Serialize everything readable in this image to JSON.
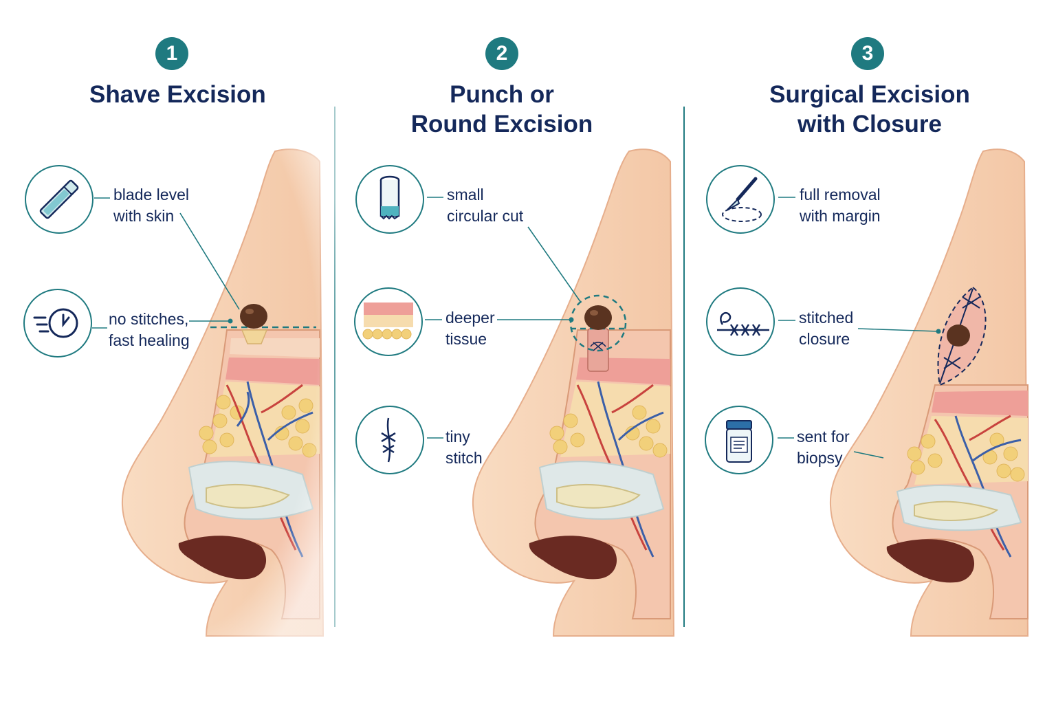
{
  "colors": {
    "teal": "#1f7a80",
    "navy": "#14285a",
    "skin": "#f6d2b4",
    "skin_dark": "#e8b08e",
    "dermis": "#f0a8a0",
    "fat": "#f2d580",
    "vein": "#3b5fa8",
    "artery": "#c8433e",
    "mole": "#5a3320"
  },
  "steps": [
    {
      "number": "1",
      "title_lines": [
        "Shave Excision"
      ],
      "callouts": [
        {
          "icon": "scalpel-blade-icon",
          "lines": [
            "blade level",
            "with skin"
          ]
        },
        {
          "icon": "fast-clock-icon",
          "lines": [
            "no stitches,",
            "fast healing"
          ]
        }
      ]
    },
    {
      "number": "2",
      "title_lines": [
        "Punch or",
        "Round Excision"
      ],
      "callouts": [
        {
          "icon": "punch-tool-icon",
          "lines": [
            "small",
            "circular cut"
          ]
        },
        {
          "icon": "skin-layers-icon",
          "lines": [
            "deeper",
            "tissue"
          ]
        },
        {
          "icon": "tiny-stitch-icon",
          "lines": [
            "tiny",
            "stitch"
          ]
        }
      ]
    },
    {
      "number": "3",
      "title_lines": [
        "Surgical Excision",
        "with Closure"
      ],
      "callouts": [
        {
          "icon": "scalpel-margin-icon",
          "lines": [
            "full removal",
            "with margin"
          ]
        },
        {
          "icon": "suture-icon",
          "lines": [
            "stitched",
            "closure"
          ]
        },
        {
          "icon": "specimen-jar-icon",
          "lines": [
            "sent for",
            "biopsy"
          ]
        }
      ]
    }
  ]
}
